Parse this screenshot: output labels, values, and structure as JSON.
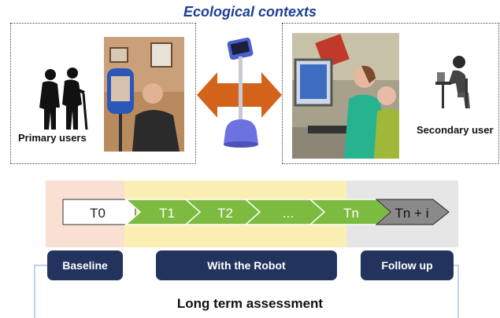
{
  "title": "Ecological contexts",
  "left_context": {
    "label": "Primary users"
  },
  "right_context": {
    "label": "Secondary user"
  },
  "timeline": {
    "steps": [
      "T0",
      "T1",
      "T2",
      "...",
      "Tn",
      "Tn + i"
    ]
  },
  "phases": {
    "baseline": "Baseline",
    "robot": "With the Robot",
    "followup": "Follow up"
  },
  "footer": "Long term assessment",
  "colors": {
    "title": "#1f3f95",
    "phase_box": "#22335e",
    "baseline_band": "#f9e0d3",
    "robot_band": "#fcefb4",
    "followup_band": "#e6e6e6",
    "green_chevron": "#7cbb3f",
    "gray_chevron": "#8a8a8a",
    "arrow": "#d3631a"
  }
}
